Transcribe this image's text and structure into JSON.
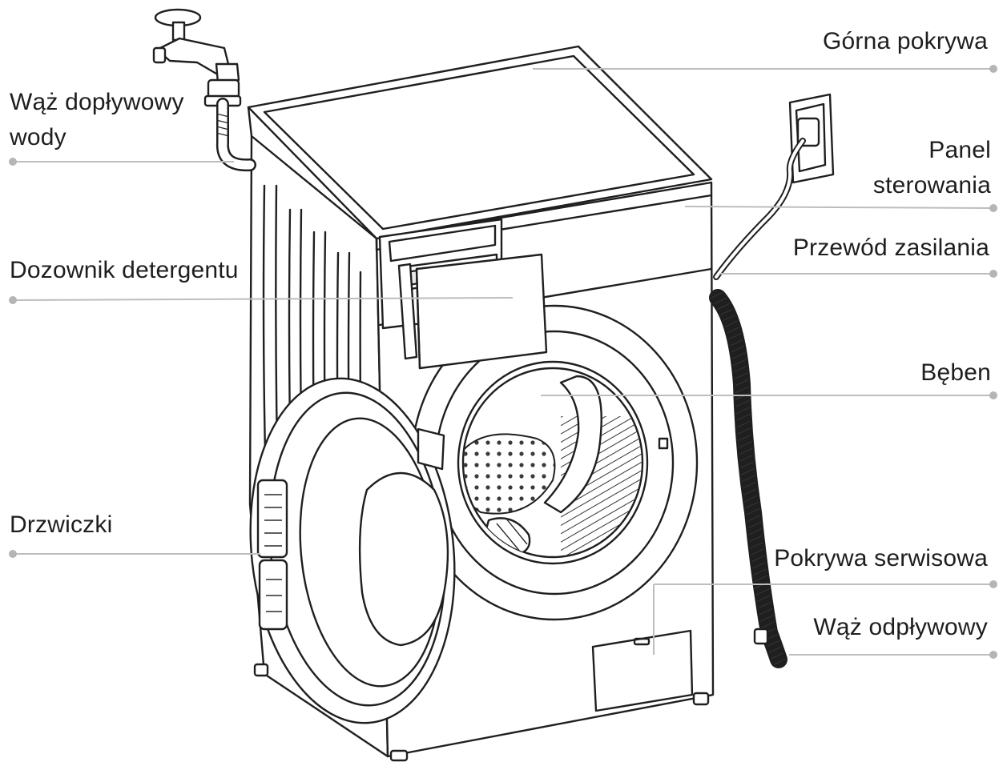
{
  "labels": {
    "water_inlet_hose": "Wąż dopływowy wody",
    "detergent_dispenser": "Dozownik detergentu",
    "door": "Drzwiczki",
    "top_cover": "Górna pokrywa",
    "control_panel": "Panel sterowania",
    "power_cord": "Przewód zasilania",
    "drum": "Bęben",
    "service_cover": "Pokrywa serwisowa",
    "drain_hose": "Wąż odpływowy"
  }
}
